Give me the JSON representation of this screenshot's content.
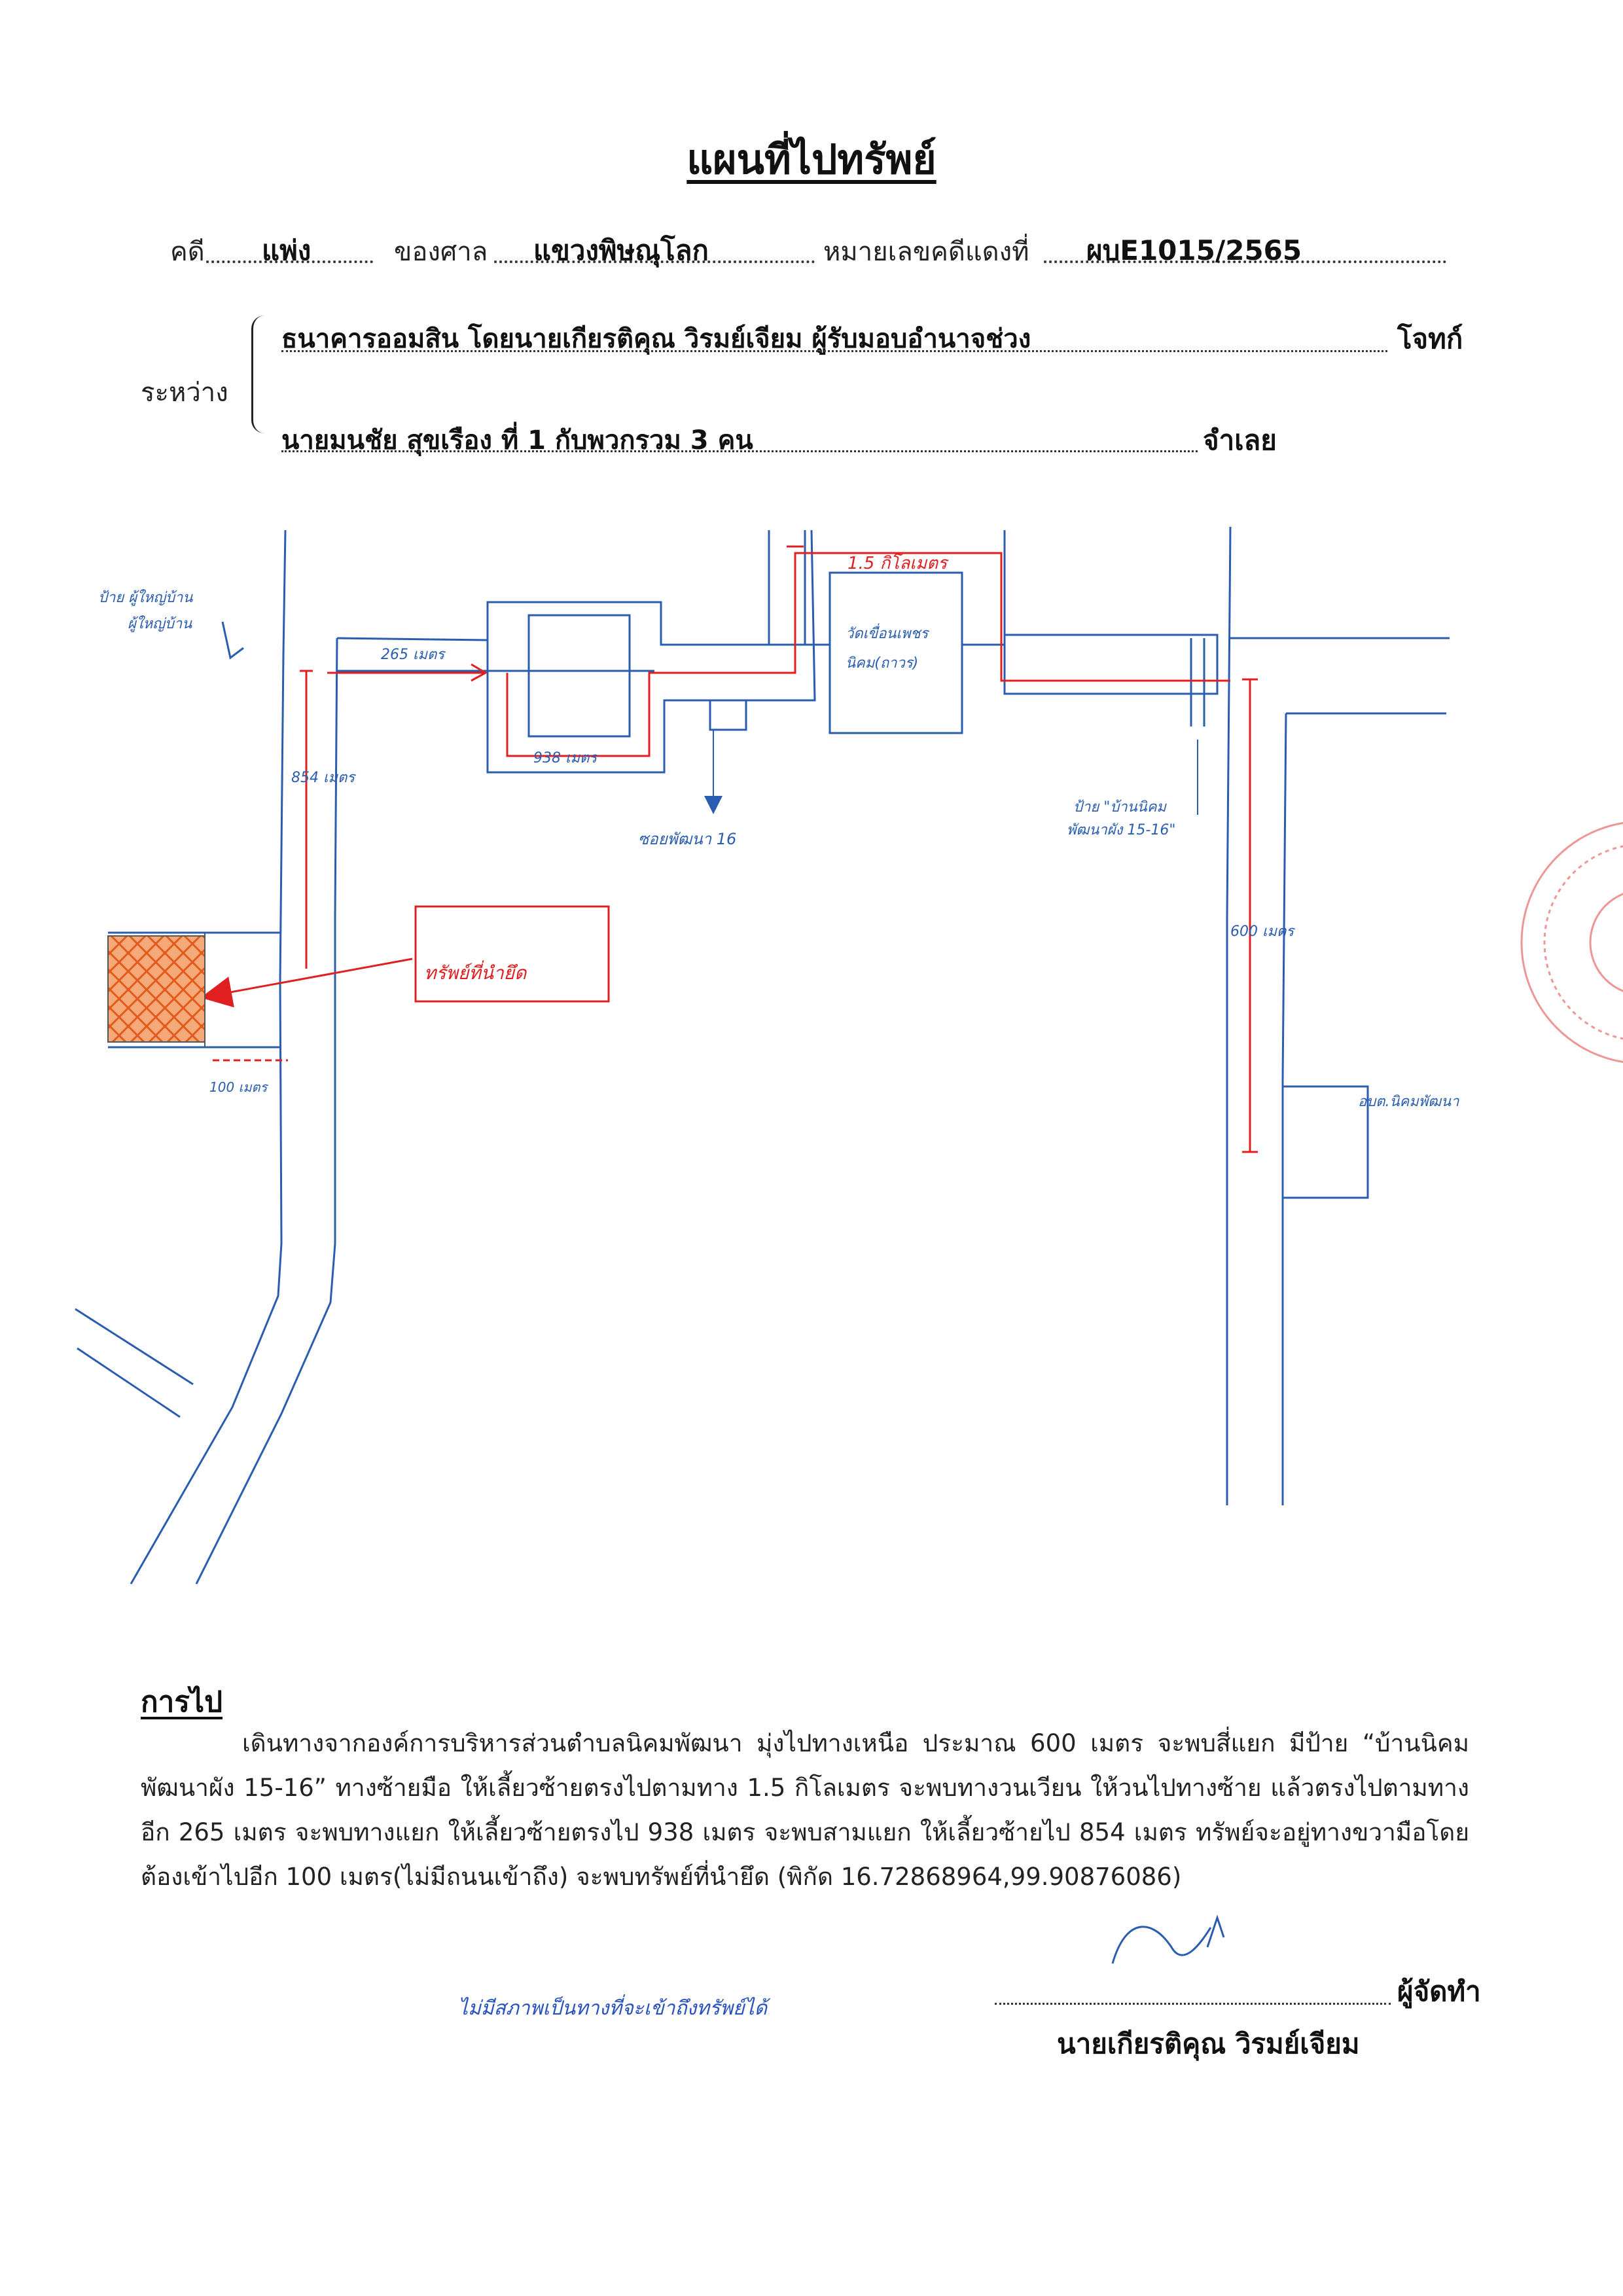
{
  "header": {
    "title": "แผนที่ไปทรัพย์",
    "case_label": "คดี",
    "case_type": "แพ่ง",
    "court_label": "ของศาล",
    "court_name": "แขวงพิษณุโลก",
    "red_no_label": "หมายเลขคดีแดงที่",
    "red_no": "ผบE1015/2565"
  },
  "parties": {
    "between_label": "ระหว่าง",
    "plaintiff_name": "ธนาคารออมสิน โดยนายเกียรติคุณ  วิรมย์เจียม ผู้รับมอบอำนาจช่วง",
    "plaintiff_role": "โจทก์",
    "defendant_name": "นายมนชัย  สุขเรือง  ที่ 1 กับพวกรวม 3 คน",
    "defendant_role": "จำเลย"
  },
  "map": {
    "label_1_5km": "1.5 กิโลเมตร",
    "label_265": "265 เมตร",
    "label_938": "938 เมตร",
    "label_854": "854 เมตร",
    "label_100": "100 เมตร",
    "label_600": "600 เมตร",
    "label_temple": "วัดเขื่อนเพชร",
    "label_temple_2": "นิคม(ถาวร)",
    "label_sign_left": "ป้าย ผู้ใหญ่บ้าน",
    "label_sign_left_2": "ผู้ใหญ่บ้าน",
    "label_sign_right": "ป้าย \"บ้านนิคม",
    "label_sign_right_2": "พัฒนาผัง 15-16\"",
    "label_alley": "ซอยพัฒนา 16",
    "label_property": "ทรัพย์ที่นำยึด",
    "label_tao": "อบต.นิคมพัฒนา",
    "colors": {
      "road": "#2a5db0",
      "route": "#e02020",
      "property": "#e8772e"
    }
  },
  "directions": {
    "heading": "การไป",
    "text": "เดินทางจากองค์การบริหารส่วนตำบลนิคมพัฒนา มุ่งไปทางเหนือ ประมาณ 600 เมตร จะพบสี่แยก มีป้าย “บ้านนิคมพัฒนาผัง 15-16” ทางซ้ายมือ ให้เลี้ยวซ้ายตรงไปตามทาง 1.5 กิโลเมตร  จะพบทางวนเวียน ให้วนไปทางซ้าย แล้วตรงไปตามทางอีก 265 เมตร จะพบทางแยก ให้เลี้ยวซ้ายตรงไป 938 เมตร จะพบสามแยก ให้เลี้ยวซ้ายไป 854 เมตร ทรัพย์จะอยู่ทางขวามือโดยต้องเข้าไปอีก 100 เมตร(ไม่มีถนนเข้าถึง)   จะพบทรัพย์ที่นำยึด (พิกัด 16.72868964,99.90876086)",
    "handwritten_note": "ไม่มีสภาพเป็นทางที่จะเข้าถึงทรัพย์ได้"
  },
  "signature": {
    "role": "ผู้จัดทำ",
    "name": "นายเกียรติคุณ  วิรมย์เจียม"
  }
}
